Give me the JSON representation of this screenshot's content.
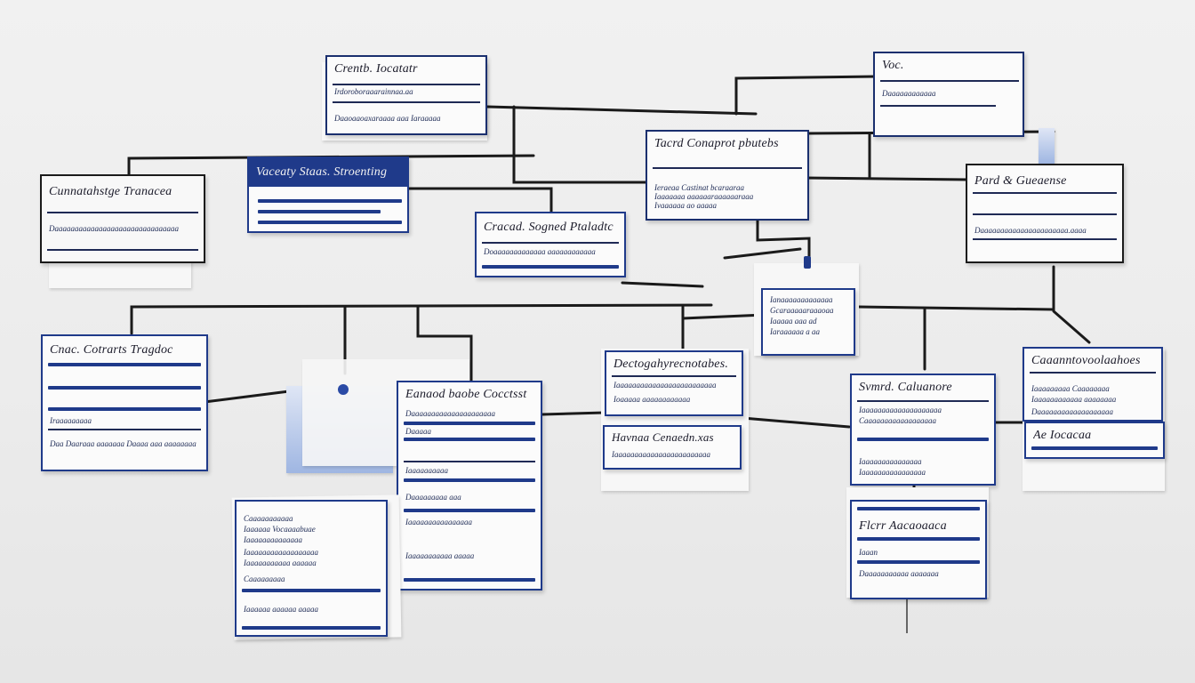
{
  "cards": {
    "c1": {
      "title": "Crentb. Iocatatr",
      "line1": "Irdoroboraaarainnaa.aa",
      "line2": "Daaoaaoaxaraaaa aaa Iaraaaaa"
    },
    "c2": {
      "title": "Voc.",
      "line1": "Daaaaaaaaaaaa"
    },
    "c3": {
      "title": "Tacrd Conaprot pbutebs",
      "line1": "Ieraeaa Castinat bcaraaraa",
      "line2": "Iaaaaaaa aaaaaaraaaaaaraaa",
      "line3": "Ivaaaaaa ao aaaaa"
    },
    "c4": {
      "title": "Vaceaty Staas.  Stroenting"
    },
    "c5": {
      "title": "Cunnatahstge Tranacea",
      "line1": "Daaaaaaaaaaaaaaaaaaaaaaaaaaaaaaa"
    },
    "c6": {
      "title": "Cracad.  Sogned Ptaladtc",
      "line1": "Doaaaaaaaaaaaaa aaaaaaaaaaaa"
    },
    "c7": {
      "title": "Pard  &  Gueaense",
      "line1": "Daaaaaaaaaaaaaaaaaaaaaa.aaaa"
    },
    "c8": {
      "line1": "Ianaaaaaaaaaaaaa",
      "line2": "Gcaraaaaaraaaoaa",
      "line3": "Iaaaaa aaa ad",
      "line4": "Iaraaaaaa a aa"
    },
    "c9": {
      "title": "Cnac. Cotrarts Tragdoc",
      "line1": "Iraaaaaaaaa",
      "line2": "Daa Daaraaa aaaaaaa Daaaa aaa aaaaaaaa"
    },
    "c10": {
      "title": "Eanaod baobe  Cocctsst",
      "line1": "Daaaaaaaaaaaaaaaaaaaaa",
      "line2": "Daaaaa",
      "line3": "Iaaaaaaaaaa",
      "line4": "Daaaaaaaaa aaa",
      "line5": "Iaaaaaaaaaaaaaaaa",
      "line6": "Iaaaaaaaaaaa aaaaa"
    },
    "c11": {
      "title": "Dectogahyrecnotabes.",
      "line1": "Iaaaaaaaaaaaaaaaaaaaaaaaaa",
      "line2": "Ioaaaaa aaaaaaaaaaaa"
    },
    "c12": {
      "title": "Havnaa  Cenaedn.xas",
      "line1": "Iaaaaaaaaaaaaaaaaaaaaaaaa"
    },
    "c13": {
      "title": "Svmrd.   Caluanore",
      "line1": "Iaaaaaaaaaaaaaaaaaaaa",
      "line2": "Caaaaaaaaaaaaaaaaaa",
      "line3": "Iaaaaaaaaaaaaaaa",
      "line4": "Iaaaaaaaaaaaaaaaa"
    },
    "c14": {
      "title": "Caaanntovoolaahoes",
      "line1": "Iaaaaaaaaa Caaaaaaaa",
      "line2": "Iaaaaaaaaaaaa aaaaaaaa",
      "line3": "Daaaaaaaaaaaaaaaaaaa"
    },
    "c15": {
      "title": "Ae  Iocacaa"
    },
    "c16": {
      "line1": "Caaaaaaaaaaa",
      "line2": "Iaaaaaa Vocaaaabuae",
      "line3": "Iaaaaaaaaaaaaaa",
      "line4": "Iaaaaaaaaaaaaaaaaaa",
      "line5": "Iaaaaaaaaaaa aaaaaa",
      "line6": "Caaaaaaaaa",
      "line7": "Iaaaaaa aaaaaa aaaaa"
    },
    "c17": {
      "title": "Flcrr  Aacaoaaca",
      "line1": "Iaaan",
      "line2": "Daaaaaaaaaaa aaaaaaa"
    }
  },
  "colors": {
    "ink": "#1f3a8a",
    "wire": "#1a1a1a",
    "board": "#eeeeee"
  }
}
